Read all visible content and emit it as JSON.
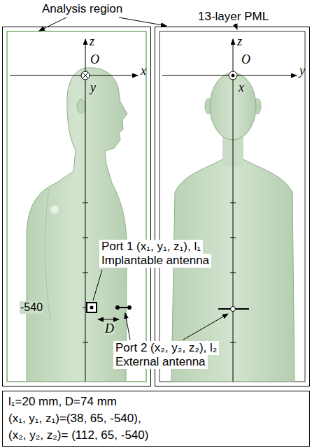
{
  "diagram": {
    "nodes": [
      {
        "text": [
          "z",
          "O",
          "x",
          "y",
          "-540",
          "D"
        ]
      },
      {
        "text": [
          "z",
          "O",
          "y",
          "x"
        ]
      },
      {
        "text": [
          "l₁=20 mm, D=74 mm",
          "(x₁, y₁, z₁)=(38, 65, -540),",
          "(x₂, y₂, z₂)= (112, 65, -540)"
        ]
      }
    ],
    "labels": [
      "Analysis region",
      "13-layer PML",
      "Port 1 (x₁, y₁, z₁), l₁",
      "Implantable antenna",
      "Port 2 (x₂, y₂, z₂), l₂",
      "External antenna"
    ]
  }
}
